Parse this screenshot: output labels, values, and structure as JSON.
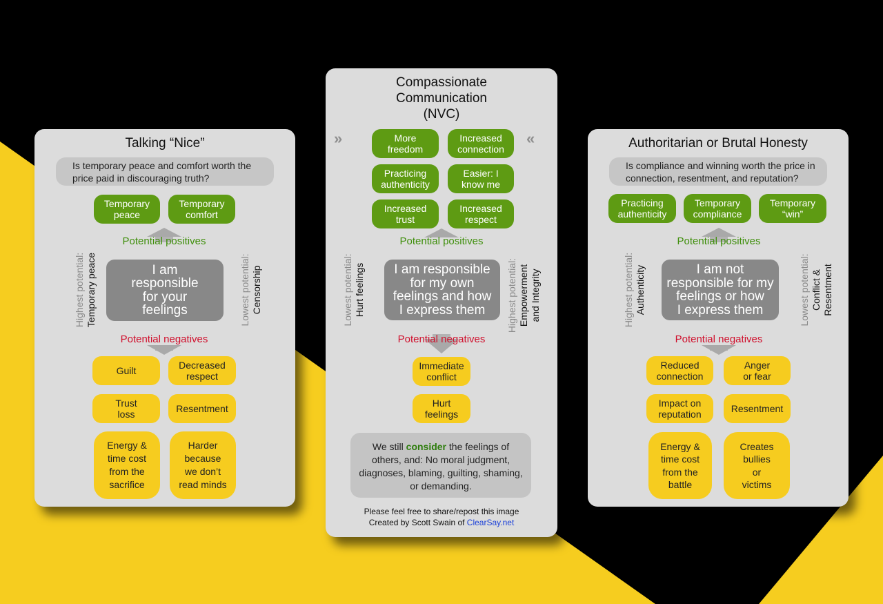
{
  "colors": {
    "background_yellow": "#f6cd1f",
    "background_black": "#000000",
    "panel": "#dcdcdc",
    "positive_green": "#5e9b13",
    "negative_red": "#d0102d",
    "center_gray": "#888888"
  },
  "left": {
    "title": "Talking “Nice”",
    "question": "Is temporary peace and comfort worth the price paid in discouraging truth?",
    "positives": [
      "Temporary\npeace",
      "Temporary\ncomfort"
    ],
    "positives_label": "Potential positives",
    "center": "I am\nresponsible\nfor your\nfeelings",
    "negatives_label": "Potential negatives",
    "negatives": [
      "Guilt",
      "Decreased\nrespect",
      "Trust\nloss",
      "Resentment",
      "Energy &\ntime cost\nfrom the\nsacrifice",
      "Harder\nbecause\nwe don’t\nread minds"
    ],
    "side_left": {
      "kind": "Highest potential:",
      "value": "Temporary peace"
    },
    "side_right": {
      "kind": "Lowest potential:",
      "value": "Censorship"
    }
  },
  "middle": {
    "title": "Compassionate\nCommunication\n(NVC)",
    "positives": [
      "More\nfreedom",
      "Increased\nconnection",
      "Practicing\nauthenticity",
      "Easier: I\nknow me",
      "Increased\ntrust",
      "Increased\nrespect"
    ],
    "positives_label": "Potential positives",
    "center": "I am responsible\nfor my own\nfeelings and how\nI express them",
    "negatives_label": "Potential negatives",
    "negatives": [
      "Immediate\nconflict",
      "Hurt\nfeelings"
    ],
    "side_left": {
      "kind": "Lowest potential:",
      "value": "Hurt feelings"
    },
    "side_right": {
      "kind": "Highest potential:",
      "value": "Empowerment\nand Integrity"
    },
    "note": {
      "pre": "We still ",
      "emph": "consider",
      "post": " the feelings of others, and: No moral judgment, diagnoses, blaming, guilting, shaming, or demanding."
    },
    "footer": {
      "line1": "Please feel free to share/repost this image",
      "line2_pre": "Created by Scott Swain of ",
      "link": "ClearSay.net"
    }
  },
  "right": {
    "title": "Authoritarian or Brutal Honesty",
    "question": "Is compliance and winning worth the price in connection, resentment, and reputation?",
    "positives": [
      "Practicing\nauthenticity",
      "Temporary\ncompliance",
      "Temporary\n“win”"
    ],
    "positives_label": "Potential positives",
    "center": "I am not\nresponsible for my\nfeelings or how\nI express them",
    "negatives_label": "Potential negatives",
    "negatives": [
      "Reduced\nconnection",
      "Anger\nor fear",
      "Impact on\nreputation",
      "Resentment",
      "Energy &\ntime cost\nfrom the\nbattle",
      "Creates\nbullies\nor\nvictims"
    ],
    "side_left": {
      "kind": "Highest potential:",
      "value": "Authenticity"
    },
    "side_right": {
      "kind": "Lowest potential:",
      "value": "Conflict &\nResentment"
    }
  },
  "decorations": {
    "chevron_right": "»",
    "chevron_left": "«",
    "arrow_up_icon": "up-arrow",
    "arrow_down_icon": "down-arrow"
  }
}
